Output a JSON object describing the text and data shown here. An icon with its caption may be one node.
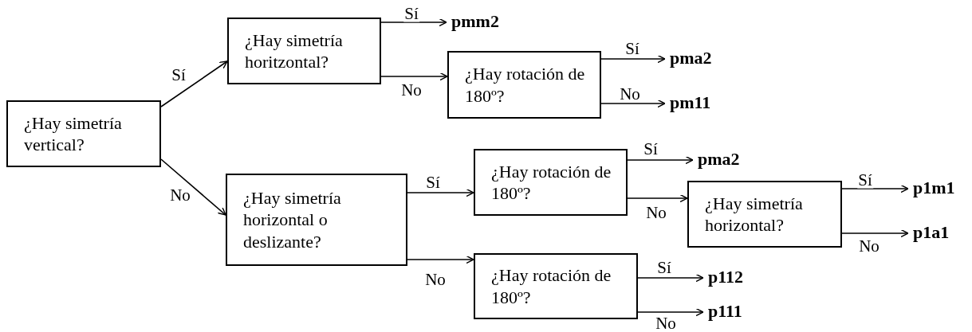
{
  "diagram": {
    "nodes": [
      {
        "text": [
          "¿Hay simetría vertical?"
        ]
      },
      {
        "text": [
          "¿Hay simetría horitzontal?"
        ]
      },
      {
        "text": [
          "pmm2"
        ]
      },
      {
        "text": [
          "¿Hay rotación de 180º?"
        ]
      },
      {
        "text": [
          "pma2"
        ]
      },
      {
        "text": [
          "pm11"
        ]
      },
      {
        "text": [
          "¿Hay simetría horizontal o deslizante?"
        ]
      },
      {
        "text": [
          "¿Hay rotación de 180º?"
        ]
      },
      {
        "text": [
          "pma2"
        ]
      },
      {
        "text": [
          "¿Hay simetría horizontal?"
        ]
      },
      {
        "text": [
          "p1m1"
        ]
      },
      {
        "text": [
          "p1a1"
        ]
      },
      {
        "text": [
          "¿Hay rotación de 180º?"
        ]
      },
      {
        "text": [
          "p112"
        ]
      },
      {
        "text": [
          "p111"
        ]
      }
    ],
    "edges": [
      {
        "from": 0,
        "to": 1,
        "arrow": "to",
        "label": "Sí"
      },
      {
        "from": 0,
        "to": 6,
        "arrow": "to",
        "label": "No"
      },
      {
        "from": 1,
        "to": 2,
        "arrow": "to",
        "label": "Sí"
      },
      {
        "from": 1,
        "to": 3,
        "arrow": "to",
        "label": "No"
      },
      {
        "from": 3,
        "to": 4,
        "arrow": "to",
        "label": "Sí"
      },
      {
        "from": 3,
        "to": 5,
        "arrow": "to",
        "label": "No"
      },
      {
        "from": 6,
        "to": 7,
        "arrow": "to",
        "label": "Sí"
      },
      {
        "from": 6,
        "to": 12,
        "arrow": "to",
        "label": "No"
      },
      {
        "from": 7,
        "to": 8,
        "arrow": "to",
        "label": "Sí"
      },
      {
        "from": 7,
        "to": 9,
        "arrow": "to",
        "label": "No"
      },
      {
        "from": 9,
        "to": 10,
        "arrow": "to",
        "label": "Sí"
      },
      {
        "from": 9,
        "to": 11,
        "arrow": "to",
        "label": "No"
      },
      {
        "from": 12,
        "to": 13,
        "arrow": "to",
        "label": "Sí"
      },
      {
        "from": 12,
        "to": 14,
        "arrow": "to",
        "label": "No"
      }
    ]
  }
}
